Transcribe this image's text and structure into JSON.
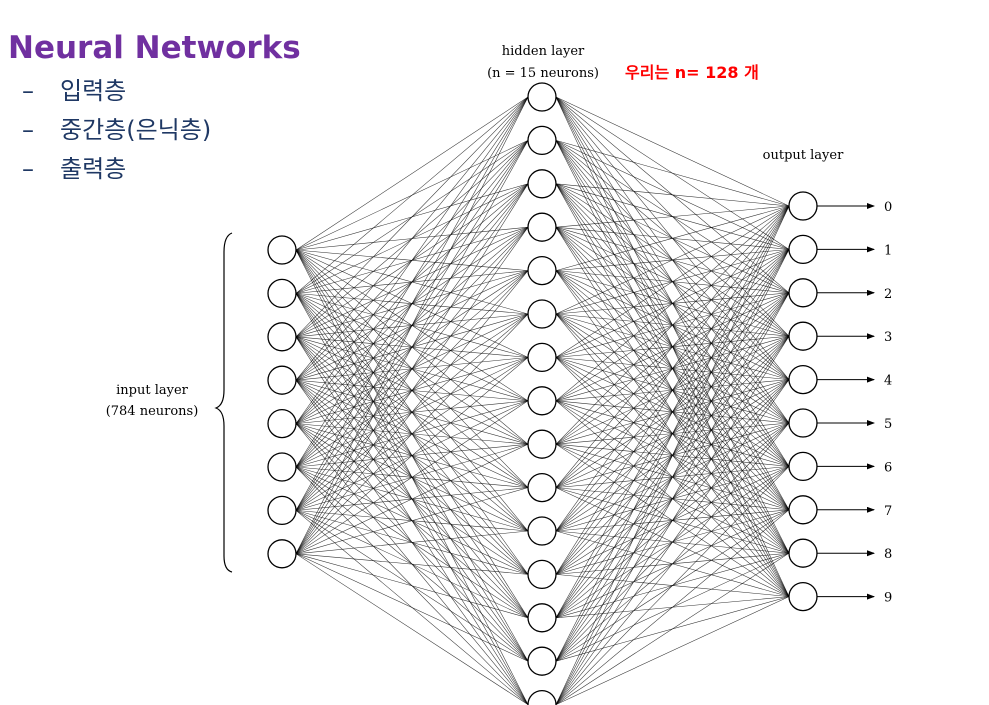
{
  "title": "Neural Networks",
  "bullets": [
    {
      "dash": "–",
      "text": "입력층"
    },
    {
      "dash": "–",
      "text": "중간층(은닉층)"
    },
    {
      "dash": "–",
      "text": "출력층"
    }
  ],
  "diagram": {
    "hidden_label_line1": "hidden layer",
    "hidden_label_line2": "(n = 15 neurons)",
    "note": "우리는 n= 128 개",
    "input_label_line1": "input layer",
    "input_label_line2": "(784 neurons)",
    "output_label": "output layer",
    "input_neuron_count": 8,
    "hidden_neuron_count": 15,
    "output_labels": [
      "0",
      "1",
      "2",
      "3",
      "4",
      "5",
      "6",
      "7",
      "8",
      "9"
    ]
  }
}
